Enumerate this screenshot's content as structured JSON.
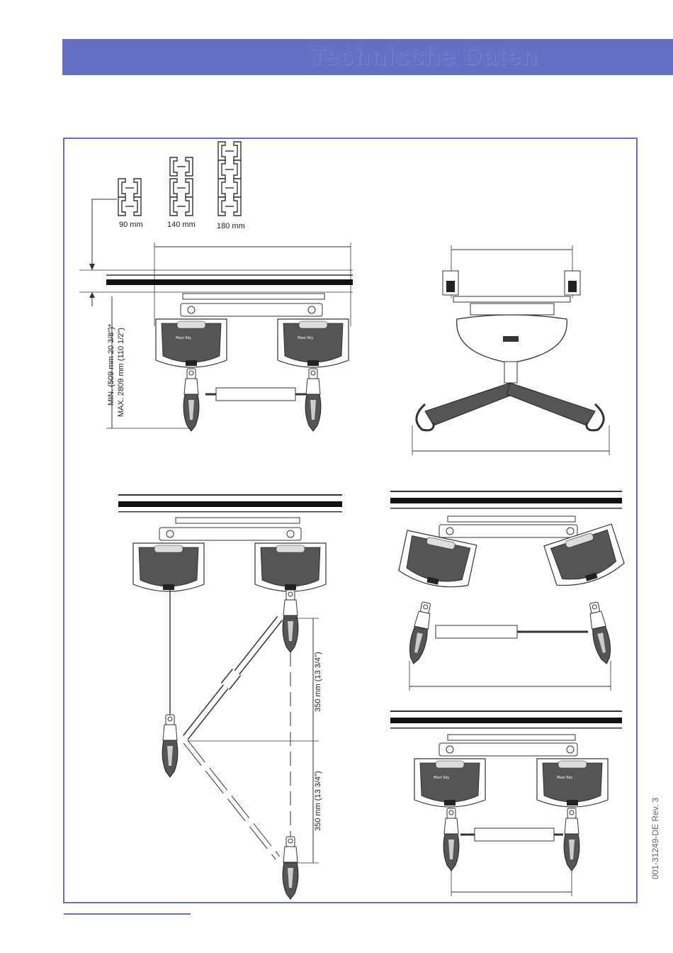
{
  "header": {
    "title": "Technische Daten"
  },
  "rail_profiles": {
    "p90": "90 mm",
    "p140": "140 mm",
    "p180": "180 mm"
  },
  "dimensions": {
    "min_height": "MIN. (509 mm 20 3/8\")*",
    "max_height": "MAX. 2809 mm (110 1/2\")",
    "step_upper": "350 mm (13 3/4\")",
    "step_lower": "350 mm (13 3/4\")"
  },
  "motor_brand": "Maxi Sky",
  "footer": {
    "doc_number": "001-31249-DE Rev. 3"
  },
  "colors": {
    "accent": "#6470c3"
  }
}
